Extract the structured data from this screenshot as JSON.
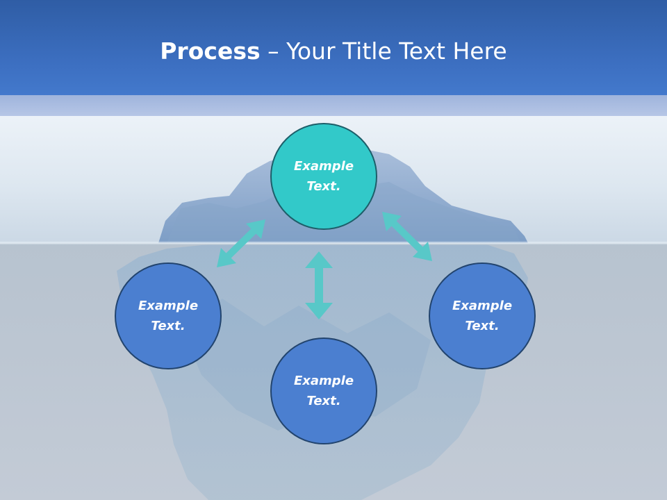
{
  "slide": {
    "title_bold": "Process",
    "title_sep": " – ",
    "title_rest": "Your Title Text Here"
  },
  "nodes": [
    {
      "id": "top",
      "label": "Example\nText."
    },
    {
      "id": "left",
      "label": "Example\nText."
    },
    {
      "id": "bottom",
      "label": "Example\nText."
    },
    {
      "id": "right",
      "label": "Example\nText."
    }
  ],
  "colors": {
    "header": "#3d70c2",
    "primary_node": "#32c9c9",
    "secondary_node": "#4b7fd0",
    "arrow": "#58c8c8"
  },
  "decor": {
    "background_image": "iceberg-in-sea"
  }
}
